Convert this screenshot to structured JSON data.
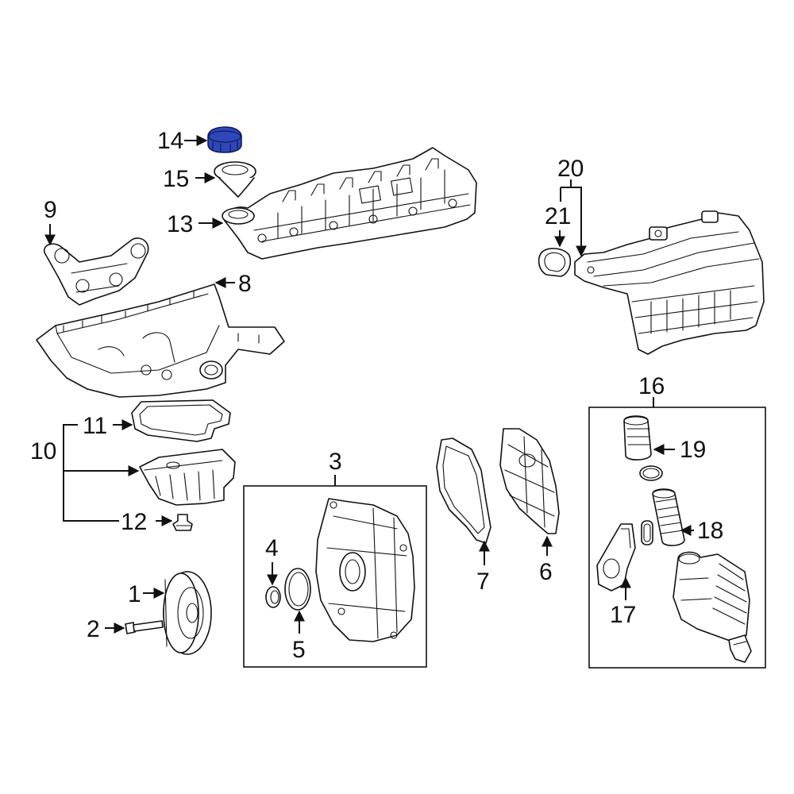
{
  "callouts": {
    "c1": "1",
    "c2": "2",
    "c3": "3",
    "c4": "4",
    "c5": "5",
    "c6": "6",
    "c7": "7",
    "c8": "8",
    "c9": "9",
    "c10": "10",
    "c11": "11",
    "c12": "12",
    "c13": "13",
    "c14": "14",
    "c15": "15",
    "c16": "16",
    "c17": "17",
    "c18": "18",
    "c19": "19",
    "c20": "20",
    "c21": "21"
  },
  "colors": {
    "highlight": "#2f47b8",
    "line": "#111111",
    "background": "#ffffff"
  },
  "highlighted_part": "14"
}
